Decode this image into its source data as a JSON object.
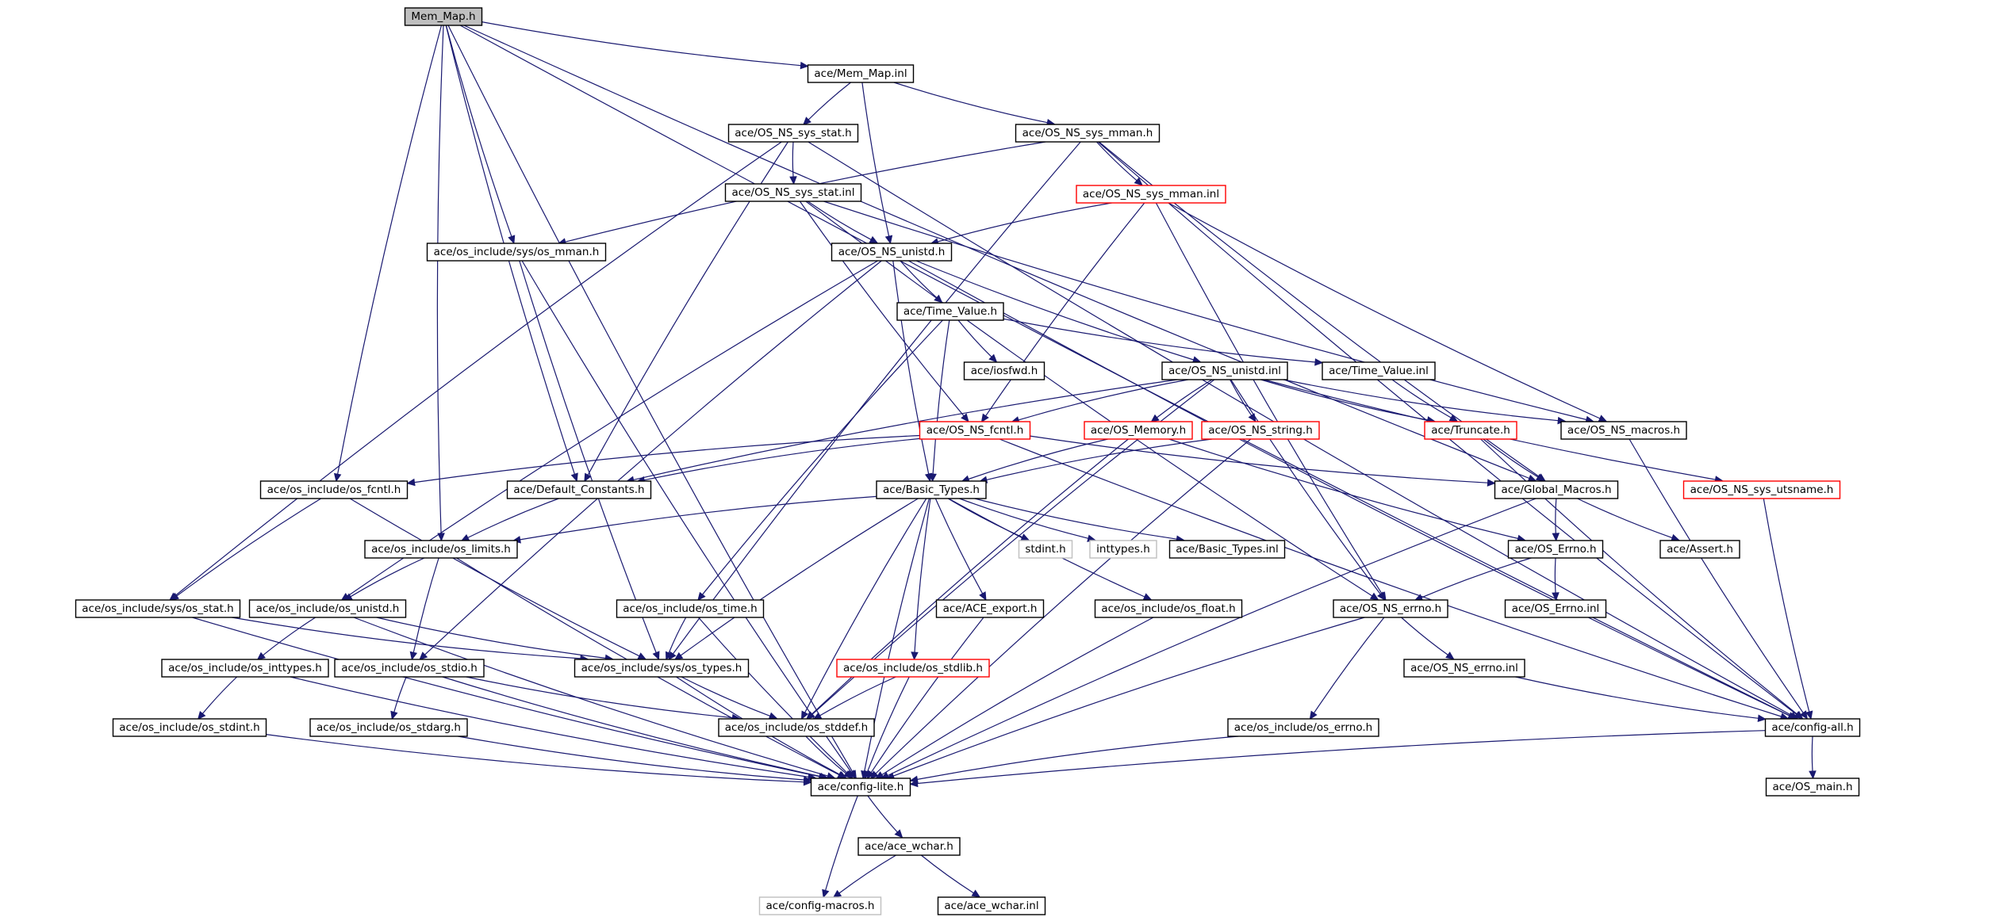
{
  "graph": {
    "edge_color": "#191970",
    "link_color": "#ff0000",
    "nodes": [
      {
        "id": "mem_map_h",
        "label": "Mem_Map.h",
        "style": "root"
      },
      {
        "id": "mem_map_inl",
        "label": "ace/Mem_Map.inl",
        "style": "normal"
      },
      {
        "id": "os_ns_sys_stat_h",
        "label": "ace/OS_NS_sys_stat.h",
        "style": "normal"
      },
      {
        "id": "os_ns_sys_mman_h",
        "label": "ace/OS_NS_sys_mman.h",
        "style": "normal"
      },
      {
        "id": "os_ns_sys_stat_inl",
        "label": "ace/OS_NS_sys_stat.inl",
        "style": "normal"
      },
      {
        "id": "os_ns_sys_mman_inl",
        "label": "ace/OS_NS_sys_mman.inl",
        "style": "red"
      },
      {
        "id": "sys_os_mman_h",
        "label": "ace/os_include/sys/os_mman.h",
        "style": "normal"
      },
      {
        "id": "os_ns_unistd_h",
        "label": "ace/OS_NS_unistd.h",
        "style": "normal"
      },
      {
        "id": "time_value_h",
        "label": "ace/Time_Value.h",
        "style": "normal"
      },
      {
        "id": "iosfwd_h",
        "label": "ace/iosfwd.h",
        "style": "normal"
      },
      {
        "id": "os_ns_unistd_inl",
        "label": "ace/OS_NS_unistd.inl",
        "style": "normal"
      },
      {
        "id": "time_value_inl",
        "label": "ace/Time_Value.inl",
        "style": "normal"
      },
      {
        "id": "os_ns_fcntl_h",
        "label": "ace/OS_NS_fcntl.h",
        "style": "red"
      },
      {
        "id": "os_memory_h",
        "label": "ace/OS_Memory.h",
        "style": "red"
      },
      {
        "id": "os_ns_string_h",
        "label": "ace/OS_NS_string.h",
        "style": "red"
      },
      {
        "id": "truncate_h",
        "label": "ace/Truncate.h",
        "style": "red"
      },
      {
        "id": "os_ns_macros_h",
        "label": "ace/OS_NS_macros.h",
        "style": "normal"
      },
      {
        "id": "os_fcntl_h",
        "label": "ace/os_include/os_fcntl.h",
        "style": "normal"
      },
      {
        "id": "default_constants_h",
        "label": "ace/Default_Constants.h",
        "style": "normal"
      },
      {
        "id": "basic_types_h",
        "label": "ace/Basic_Types.h",
        "style": "normal"
      },
      {
        "id": "global_macros_h",
        "label": "ace/Global_Macros.h",
        "style": "normal"
      },
      {
        "id": "os_ns_sys_utsname_h",
        "label": "ace/OS_NS_sys_utsname.h",
        "style": "red"
      },
      {
        "id": "os_limits_h",
        "label": "ace/os_include/os_limits.h",
        "style": "normal"
      },
      {
        "id": "stdint_h",
        "label": "stdint.h",
        "style": "gray"
      },
      {
        "id": "inttypes_h",
        "label": "inttypes.h",
        "style": "gray"
      },
      {
        "id": "basic_types_inl",
        "label": "ace/Basic_Types.inl",
        "style": "normal"
      },
      {
        "id": "os_errno_h",
        "label": "ace/OS_Errno.h",
        "style": "normal"
      },
      {
        "id": "assert_h",
        "label": "ace/Assert.h",
        "style": "normal"
      },
      {
        "id": "sys_os_stat_h",
        "label": "ace/os_include/sys/os_stat.h",
        "style": "normal"
      },
      {
        "id": "os_unistd_h",
        "label": "ace/os_include/os_unistd.h",
        "style": "normal"
      },
      {
        "id": "os_time_h",
        "label": "ace/os_include/os_time.h",
        "style": "normal"
      },
      {
        "id": "ace_export_h",
        "label": "ace/ACE_export.h",
        "style": "normal"
      },
      {
        "id": "os_float_h",
        "label": "ace/os_include/os_float.h",
        "style": "normal"
      },
      {
        "id": "os_ns_errno_h",
        "label": "ace/OS_NS_errno.h",
        "style": "normal"
      },
      {
        "id": "os_errno_inl",
        "label": "ace/OS_Errno.inl",
        "style": "normal"
      },
      {
        "id": "os_inttypes_h",
        "label": "ace/os_include/os_inttypes.h",
        "style": "normal"
      },
      {
        "id": "os_stdio_h",
        "label": "ace/os_include/os_stdio.h",
        "style": "normal"
      },
      {
        "id": "sys_os_types_h",
        "label": "ace/os_include/sys/os_types.h",
        "style": "normal"
      },
      {
        "id": "os_stdlib_h",
        "label": "ace/os_include/os_stdlib.h",
        "style": "red"
      },
      {
        "id": "os_ns_errno_inl",
        "label": "ace/OS_NS_errno.inl",
        "style": "normal"
      },
      {
        "id": "os_stdint_h",
        "label": "ace/os_include/os_stdint.h",
        "style": "normal"
      },
      {
        "id": "os_stdarg_h",
        "label": "ace/os_include/os_stdarg.h",
        "style": "normal"
      },
      {
        "id": "os_stddef_h",
        "label": "ace/os_include/os_stddef.h",
        "style": "normal"
      },
      {
        "id": "os_errno_include_h",
        "label": "ace/os_include/os_errno.h",
        "style": "normal"
      },
      {
        "id": "config_all_h",
        "label": "ace/config-all.h",
        "style": "normal"
      },
      {
        "id": "config_lite_h",
        "label": "ace/config-lite.h",
        "style": "normal"
      },
      {
        "id": "os_main_h",
        "label": "ace/OS_main.h",
        "style": "normal"
      },
      {
        "id": "ace_wchar_h",
        "label": "ace/ace_wchar.h",
        "style": "normal"
      },
      {
        "id": "config_macros_h",
        "label": "ace/config-macros.h",
        "style": "gray"
      },
      {
        "id": "ace_wchar_inl",
        "label": "ace/ace_wchar.inl",
        "style": "normal"
      }
    ],
    "edges": [
      [
        "mem_map_h",
        "mem_map_inl"
      ],
      [
        "mem_map_h",
        "sys_os_mman_h"
      ],
      [
        "mem_map_h",
        "os_fcntl_h"
      ],
      [
        "mem_map_h",
        "default_constants_h"
      ],
      [
        "mem_map_h",
        "os_limits_h"
      ],
      [
        "mem_map_h",
        "global_macros_h"
      ],
      [
        "mem_map_h",
        "config_all_h"
      ],
      [
        "mem_map_h",
        "config_lite_h"
      ],
      [
        "mem_map_inl",
        "os_ns_sys_stat_h"
      ],
      [
        "mem_map_inl",
        "os_ns_sys_mman_h"
      ],
      [
        "mem_map_inl",
        "os_ns_unistd_h"
      ],
      [
        "os_ns_sys_stat_h",
        "os_ns_sys_stat_inl"
      ],
      [
        "os_ns_sys_stat_h",
        "sys_os_stat_h"
      ],
      [
        "os_ns_sys_stat_h",
        "default_constants_h"
      ],
      [
        "os_ns_sys_stat_h",
        "config_all_h"
      ],
      [
        "os_ns_sys_mman_h",
        "os_ns_sys_mman_inl"
      ],
      [
        "os_ns_sys_mman_h",
        "sys_os_mman_h"
      ],
      [
        "os_ns_sys_mman_h",
        "sys_os_types_h"
      ],
      [
        "os_ns_sys_mman_h",
        "global_macros_h"
      ],
      [
        "os_ns_sys_mman_h",
        "config_all_h"
      ],
      [
        "os_ns_sys_stat_inl",
        "os_ns_unistd_h"
      ],
      [
        "os_ns_sys_stat_inl",
        "os_ns_fcntl_h"
      ],
      [
        "os_ns_sys_stat_inl",
        "os_ns_errno_h"
      ],
      [
        "os_ns_sys_stat_inl",
        "os_ns_macros_h"
      ],
      [
        "os_ns_sys_mman_inl",
        "os_ns_unistd_h"
      ],
      [
        "os_ns_sys_mman_inl",
        "os_ns_fcntl_h"
      ],
      [
        "os_ns_sys_mman_inl",
        "os_ns_errno_h"
      ],
      [
        "os_ns_sys_mman_inl",
        "os_ns_macros_h"
      ],
      [
        "sys_os_mman_h",
        "sys_os_types_h"
      ],
      [
        "sys_os_mman_h",
        "config_lite_h"
      ],
      [
        "os_ns_unistd_h",
        "time_value_h"
      ],
      [
        "os_ns_unistd_h",
        "basic_types_h"
      ],
      [
        "os_ns_unistd_h",
        "os_ns_unistd_inl"
      ],
      [
        "os_ns_unistd_h",
        "os_unistd_h"
      ],
      [
        "os_ns_unistd_h",
        "config_all_h"
      ],
      [
        "os_ns_unistd_h",
        "os_stdio_h"
      ],
      [
        "time_value_h",
        "iosfwd_h"
      ],
      [
        "time_value_h",
        "time_value_inl"
      ],
      [
        "time_value_h",
        "basic_types_h"
      ],
      [
        "time_value_h",
        "os_time_h"
      ],
      [
        "os_ns_unistd_inl",
        "os_ns_fcntl_h"
      ],
      [
        "os_ns_unistd_inl",
        "os_memory_h"
      ],
      [
        "os_ns_unistd_inl",
        "os_ns_string_h"
      ],
      [
        "os_ns_unistd_inl",
        "truncate_h"
      ],
      [
        "os_ns_unistd_inl",
        "os_ns_macros_h"
      ],
      [
        "os_ns_unistd_inl",
        "os_ns_sys_utsname_h"
      ],
      [
        "os_ns_unistd_inl",
        "os_ns_errno_h"
      ],
      [
        "os_ns_unistd_inl",
        "default_constants_h"
      ],
      [
        "os_ns_unistd_inl",
        "os_stddef_h"
      ],
      [
        "time_value_inl",
        "truncate_h"
      ],
      [
        "os_ns_fcntl_h",
        "os_fcntl_h"
      ],
      [
        "os_ns_fcntl_h",
        "default_constants_h"
      ],
      [
        "os_ns_fcntl_h",
        "global_macros_h"
      ],
      [
        "os_ns_fcntl_h",
        "config_all_h"
      ],
      [
        "os_memory_h",
        "basic_types_h"
      ],
      [
        "os_memory_h",
        "os_errno_h"
      ],
      [
        "os_memory_h",
        "os_stddef_h"
      ],
      [
        "os_ns_string_h",
        "basic_types_h"
      ],
      [
        "os_ns_string_h",
        "config_lite_h"
      ],
      [
        "truncate_h",
        "global_macros_h"
      ],
      [
        "truncate_h",
        "config_all_h"
      ],
      [
        "os_ns_macros_h",
        "config_all_h"
      ],
      [
        "os_fcntl_h",
        "sys_os_stat_h"
      ],
      [
        "os_fcntl_h",
        "sys_os_types_h"
      ],
      [
        "default_constants_h",
        "os_limits_h"
      ],
      [
        "basic_types_h",
        "os_limits_h"
      ],
      [
        "basic_types_h",
        "stdint_h"
      ],
      [
        "basic_types_h",
        "inttypes_h"
      ],
      [
        "basic_types_h",
        "basic_types_inl"
      ],
      [
        "basic_types_h",
        "ace_export_h"
      ],
      [
        "basic_types_h",
        "os_float_h"
      ],
      [
        "basic_types_h",
        "os_stdlib_h"
      ],
      [
        "basic_types_h",
        "sys_os_types_h"
      ],
      [
        "basic_types_h",
        "os_stddef_h"
      ],
      [
        "basic_types_h",
        "config_lite_h"
      ],
      [
        "global_macros_h",
        "os_errno_h"
      ],
      [
        "global_macros_h",
        "assert_h"
      ],
      [
        "global_macros_h",
        "config_lite_h"
      ],
      [
        "os_ns_sys_utsname_h",
        "config_all_h"
      ],
      [
        "os_limits_h",
        "os_unistd_h"
      ],
      [
        "os_limits_h",
        "os_stdio_h"
      ],
      [
        "os_limits_h",
        "config_lite_h"
      ],
      [
        "os_errno_h",
        "os_ns_errno_h"
      ],
      [
        "os_errno_h",
        "os_errno_inl"
      ],
      [
        "sys_os_stat_h",
        "sys_os_types_h"
      ],
      [
        "sys_os_stat_h",
        "config_lite_h"
      ],
      [
        "os_unistd_h",
        "os_inttypes_h"
      ],
      [
        "os_unistd_h",
        "sys_os_types_h"
      ],
      [
        "os_unistd_h",
        "config_lite_h"
      ],
      [
        "os_time_h",
        "sys_os_types_h"
      ],
      [
        "os_time_h",
        "config_lite_h"
      ],
      [
        "ace_export_h",
        "config_lite_h"
      ],
      [
        "os_float_h",
        "config_lite_h"
      ],
      [
        "os_ns_errno_h",
        "os_ns_errno_inl"
      ],
      [
        "os_ns_errno_h",
        "os_errno_include_h"
      ],
      [
        "os_ns_errno_h",
        "config_lite_h"
      ],
      [
        "os_inttypes_h",
        "os_stdint_h"
      ],
      [
        "os_inttypes_h",
        "config_lite_h"
      ],
      [
        "os_stdio_h",
        "os_stdarg_h"
      ],
      [
        "os_stdio_h",
        "os_stddef_h"
      ],
      [
        "os_stdio_h",
        "config_lite_h"
      ],
      [
        "sys_os_types_h",
        "os_stddef_h"
      ],
      [
        "sys_os_types_h",
        "config_lite_h"
      ],
      [
        "os_stdlib_h",
        "os_stddef_h"
      ],
      [
        "os_stdlib_h",
        "config_lite_h"
      ],
      [
        "os_ns_errno_inl",
        "config_all_h"
      ],
      [
        "os_stdint_h",
        "config_lite_h"
      ],
      [
        "os_stdarg_h",
        "config_lite_h"
      ],
      [
        "os_stddef_h",
        "config_lite_h"
      ],
      [
        "os_errno_include_h",
        "config_lite_h"
      ],
      [
        "config_all_h",
        "config_lite_h"
      ],
      [
        "config_all_h",
        "os_main_h"
      ],
      [
        "config_lite_h",
        "ace_wchar_h"
      ],
      [
        "config_lite_h",
        "config_macros_h"
      ],
      [
        "ace_wchar_h",
        "config_macros_h"
      ],
      [
        "ace_wchar_h",
        "ace_wchar_inl"
      ]
    ]
  }
}
